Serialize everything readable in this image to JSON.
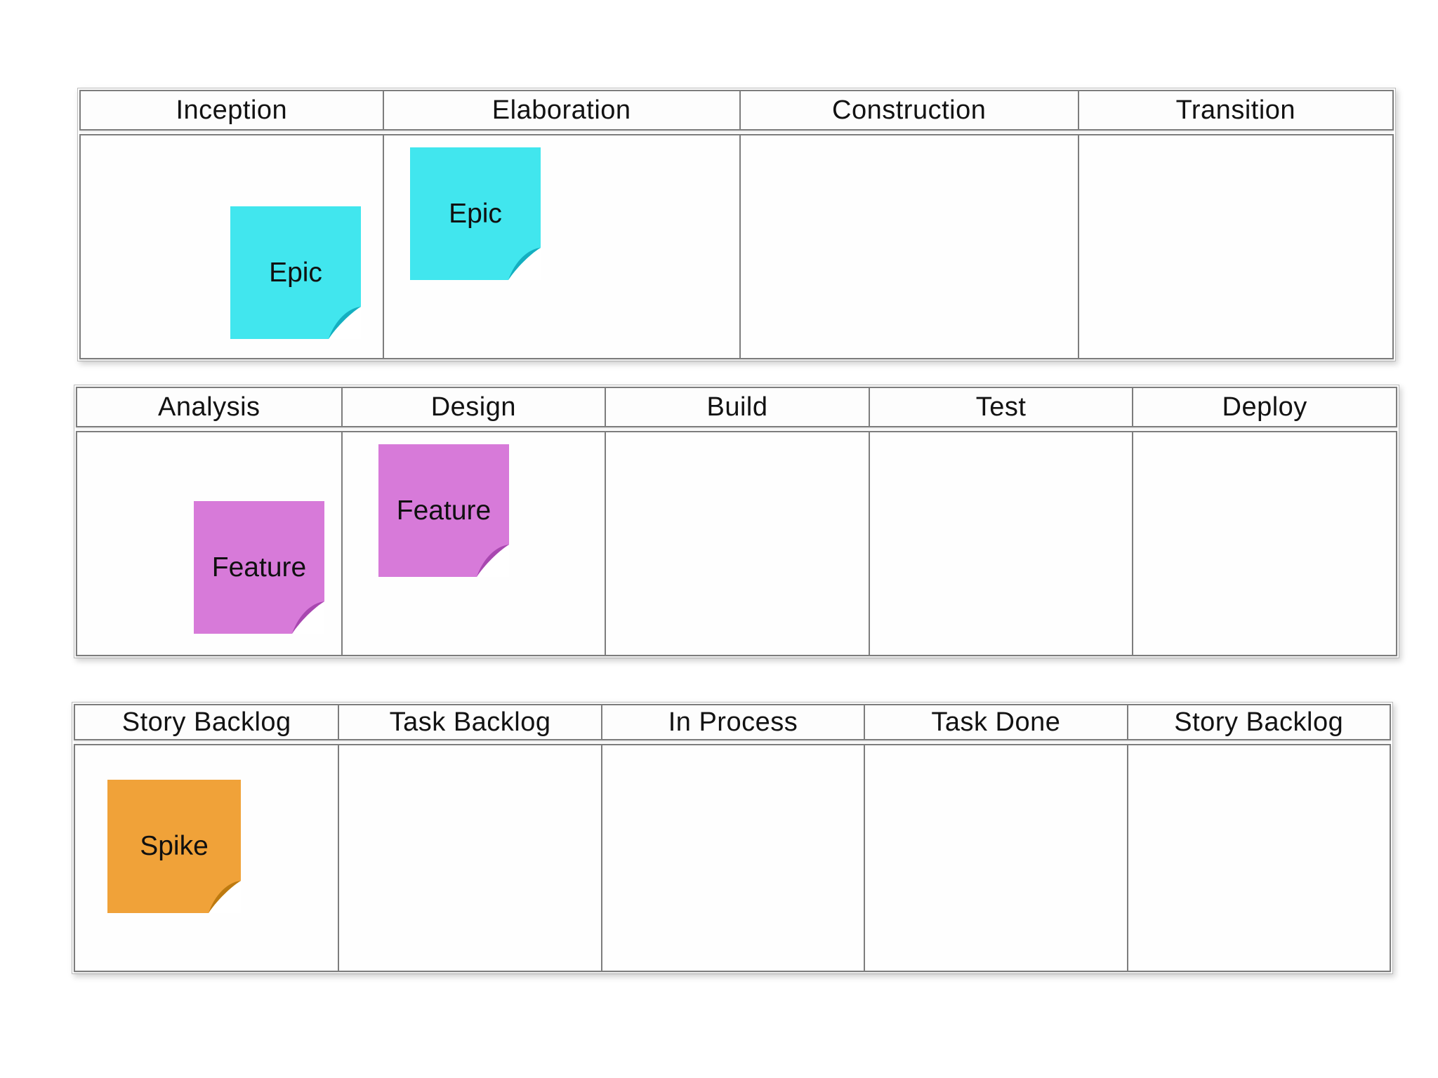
{
  "page": {
    "background": "#ffffff"
  },
  "colors": {
    "table_border": "#7d7d7d",
    "table_outer_border": "#bdbdbd",
    "epic_note": "#41e6ee",
    "feature_note": "#d77ad9",
    "spike_note": "#f0a239",
    "note_text": "#101010",
    "header_text": "#121212"
  },
  "tables": [
    {
      "id": "rup-phases",
      "columns": [
        "Inception",
        "Elaboration",
        "Construction",
        "Transition"
      ],
      "notes": [
        {
          "label": "Epic",
          "type": "epic",
          "column": "Inception"
        },
        {
          "label": "Epic",
          "type": "epic",
          "column": "Elaboration"
        }
      ]
    },
    {
      "id": "delivery-steps",
      "columns": [
        "Analysis",
        "Design",
        "Build",
        "Test",
        "Deploy"
      ],
      "notes": [
        {
          "label": "Feature",
          "type": "feature",
          "column": "Analysis"
        },
        {
          "label": "Feature",
          "type": "feature",
          "column": "Design"
        }
      ]
    },
    {
      "id": "kanban",
      "columns": [
        "Story Backlog",
        "Task Backlog",
        "In Process",
        "Task Done",
        "Story Backlog"
      ],
      "notes": [
        {
          "label": "Spike",
          "type": "spike",
          "column": "Story Backlog"
        }
      ]
    }
  ]
}
